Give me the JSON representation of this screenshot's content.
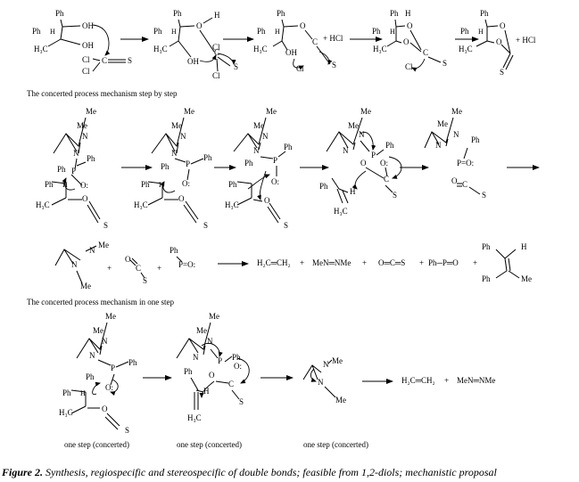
{
  "labels": {
    "ph": "Ph",
    "me": "Me",
    "oh": "OH",
    "o": "O",
    "o_lone": "O:",
    "h": "H",
    "h3c": "H₃C",
    "cl": "Cl",
    "s": "S",
    "c": "C",
    "n": "N",
    "p": "P",
    "plus_hcl": "+ HCl",
    "po": "P=O:",
    "plus": "+"
  },
  "products": {
    "ethylene": "H₂C═CH₂",
    "azo": "MeN═NMe",
    "cos": "O═C═S",
    "phpo": "Ph─P═O",
    "plus": "+"
  },
  "captions": {
    "row1": "The concerted process mechanism step by step",
    "row3": "The concerted process mechanism in one step",
    "step1": "one step (concerted)",
    "step2": "one step (concerted)",
    "step3": "one step (concerted)"
  },
  "figure": {
    "label": "Figure 2.",
    "text": " Synthesis, regiospecific and stereospecific of double bonds; feasible from 1,2-diols; mechanistic proposal"
  }
}
